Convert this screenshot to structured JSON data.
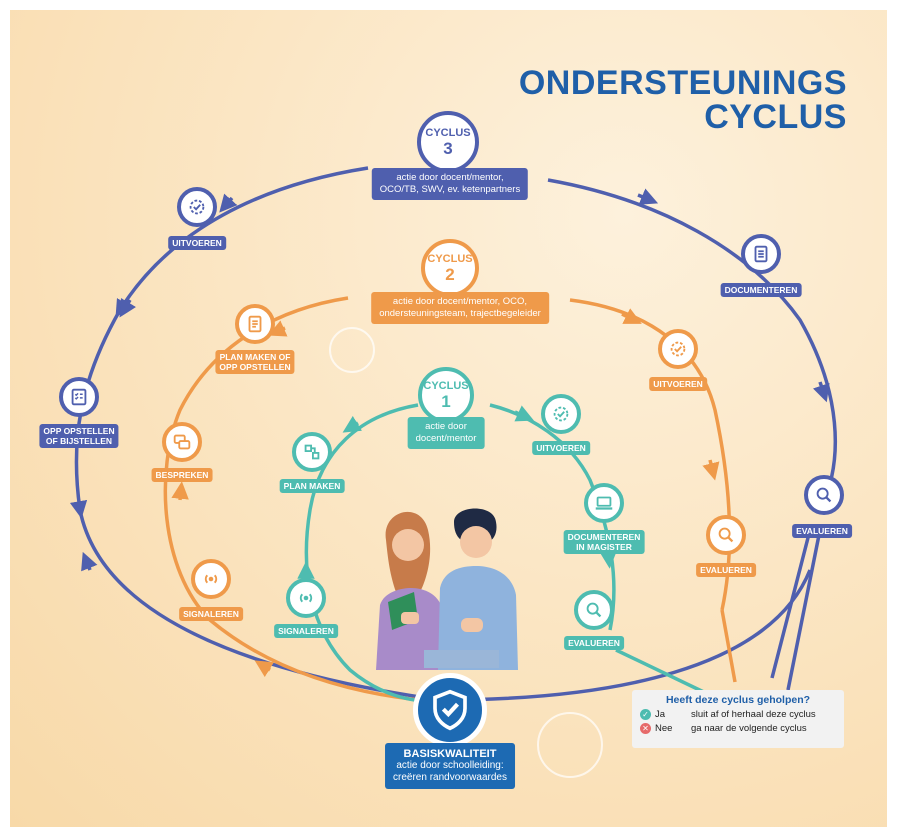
{
  "title": {
    "line1": "ONDERSTEUNINGS",
    "line2": "CYCLUS"
  },
  "cyclus3": {
    "word": "CYCLUS",
    "number": "3",
    "lines": [
      "actie door docent/mentor,",
      "OCO/TB, SWV, ev. ketenpartners"
    ]
  },
  "cyclus2": {
    "word": "CYCLUS",
    "number": "2",
    "lines": [
      "actie door docent/mentor, OCO,",
      "ondersteuningsteam, trajectbegeleider"
    ]
  },
  "cyclus1": {
    "word": "CYCLUS",
    "number": "1",
    "lines": [
      "actie door",
      "docent/mentor"
    ]
  },
  "steps": {
    "c3_uitvoeren": "UITVOEREN",
    "c3_documenteren": "DOCUMENTEREN",
    "c3_opp_1": "OPP OPSTELLEN",
    "c3_opp_2": "OF BIJSTELLEN",
    "c3_evalueren": "EVALUEREN",
    "c2_plan_1": "PLAN MAKEN OF",
    "c2_plan_2": "OPP OPSTELLEN",
    "c2_uitvoeren": "UITVOEREN",
    "c2_bespreken": "BESPREKEN",
    "c2_evalueren": "EVALUEREN",
    "c2_signaleren": "SIGNALEREN",
    "c1_uitvoeren": "UITVOEREN",
    "c1_plan": "PLAN MAKEN",
    "c1_doc_1": "DOCUMENTEREN",
    "c1_doc_2": "IN MAGISTER",
    "c1_signaleren": "SIGNALEREN",
    "c1_evalueren": "EVALUEREN"
  },
  "basis": {
    "title": "BASISKWALITEIT",
    "line1": "actie door schoolleiding:",
    "line2": "creëren randvoorwaardes"
  },
  "question": {
    "title": "Heeft deze cyclus geholpen?",
    "yes_label": "Ja",
    "yes_text": "sluit af of herhaal deze cyclus",
    "no_label": "Nee",
    "no_text": "ga naar de volgende cyclus"
  },
  "colors": {
    "cycle3": "#4f5fae",
    "cycle2": "#ef9a4a",
    "cycle1": "#4ebcb0",
    "title": "#1f5fa8",
    "basis": "#1d6ab3"
  }
}
